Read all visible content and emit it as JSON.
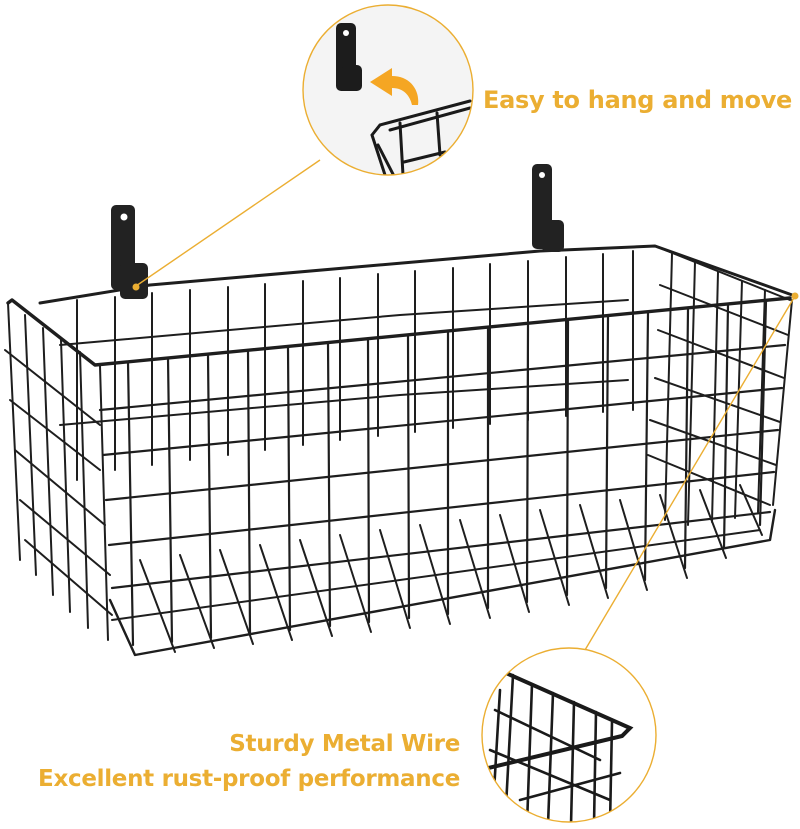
{
  "image": {
    "subject": "black wire wall-mounted storage basket with two hooks",
    "background_color": "#ffffff",
    "accent_color": "#ebae32",
    "wire_color": "#1e1e1e"
  },
  "callouts": [
    {
      "id": "hang",
      "label": "Easy to hang and move",
      "detail": "hook close-up with curved arrow",
      "icon": "curved-arrow-icon"
    },
    {
      "id": "wire",
      "label_line1": "Sturdy Metal Wire",
      "label_line2": "Excellent rust-proof performance",
      "detail": "wire corner close-up"
    }
  ]
}
